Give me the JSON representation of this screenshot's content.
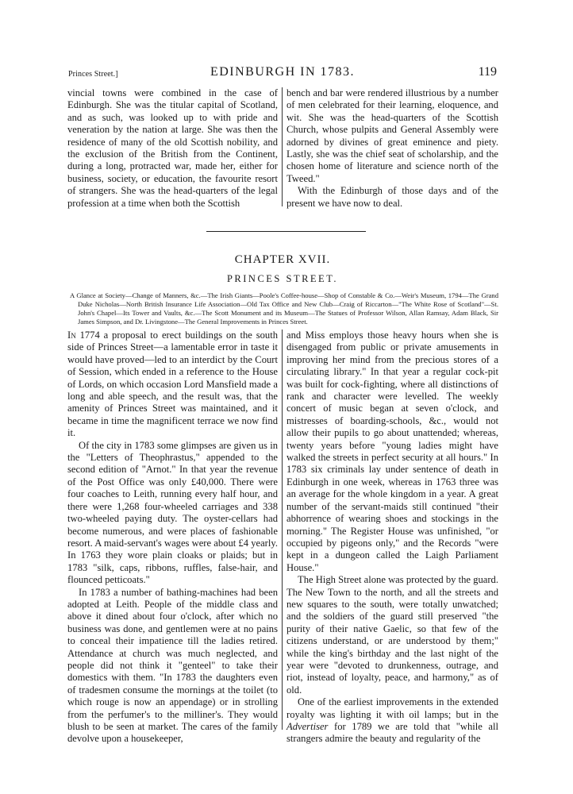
{
  "running_head": {
    "left": "Princes Street.]",
    "center": "EDINBURGH IN 1783.",
    "page_number": "119"
  },
  "top_section": {
    "col1": "vincial towns were combined in the case of Edinburgh. She was the titular capital of Scotland, and as such, was looked up to with pride and veneration by the nation at large. She was then the residence of many of the old Scottish nobility, and the exclusion of the British from the Continent, during a long, protracted war, made her, either for business, society, or education, the favourite resort of strangers. She was the head-quarters of the legal profession at a time when both the Scottish",
    "col2_p1": "bench and bar were rendered illustrious by a number of men celebrated for their learning, eloquence, and wit. She was the head-quarters of the Scottish Church, whose pulpits and General Assembly were adorned by divines of great eminence and piety. Lastly, she was the chief seat of scholarship, and the chosen home of literature and science north of the Tweed.\"",
    "col2_p2": "With the Edinburgh of those days and of the present we have now to deal."
  },
  "chapter": {
    "heading": "CHAPTER XVII.",
    "title": "PRINCES STREET.",
    "synopsis": "A Glance at Society—Change of Manners, &c.—The Irish Giants—Poole's Coffee-house—Shop of Constable & Co.—Weir's Museum, 1794—The Grand Duke Nicholas—North British Insurance Life Association—Old Tax Office and New Club—Craig of Riccarton—\"The White Rose of Scotland\"—St. John's Chapel—Its Tower and Vaults, &c.—The Scott Monument and its Museum—The Statues of Professor Wilson, Allan Ramsay, Adam Black, Sir James Simpson, and Dr. Livingstone—The General Improvements in Princes Street."
  },
  "body": {
    "col1": {
      "p1_lead": "In",
      "p1": "1774 a proposal to erect buildings on the south side of Princes Street—a lamentable error in taste it would have proved—led to an interdict by the Court of Session, which ended in a reference to the House of Lords, on which occasion Lord Mansfield made a long and able speech, and the result was, that the amenity of Princes Street was maintained, and it became in time the magnificent terrace we now find it.",
      "p2": "Of the city in 1783 some glimpses are given us in the \"Letters of Theophrastus,\" appended to the second edition of \"Arnot.\" In that year the revenue of the Post Office was only £40,000. There were four coaches to Leith, running every half hour, and there were 1,268 four-wheeled carriages and 338 two-wheeled paying duty. The oyster-cellars had become numerous, and were places of fashionable resort. A maid-servant's wages were about £4 yearly. In 1763 they wore plain cloaks or plaids; but in 1783 \"silk, caps, ribbons, ruffles, false-hair, and flounced petticoats.\"",
      "p3": "In 1783 a number of bathing-machines had been adopted at Leith. People of the middle class and above it dined about four o'clock, after which no business was done, and gentlemen were at no pains to conceal their impatience till the ladies retired. Attendance at church was much neglected, and people did not think it \"genteel\" to take their domestics with them. \"In 1783 the daughters even of tradesmen consume the mornings at the toilet (to which rouge is now an appendage) or in strolling from the perfumer's to the milliner's. They would blush to be seen at market. The cares of the family devolve upon a housekeeper,"
    },
    "col2": {
      "p1": "and Miss employs those heavy hours when she is disengaged from public or private amusements in improving her mind from the precious stores of a circulating library.\" In that year a regular cock-pit was built for cock-fighting, where all distinctions of rank and character were levelled. The weekly concert of music began at seven o'clock, and mistresses of boarding-schools, &c., would not allow their pupils to go about unattended; whereas, twenty years before \"young ladies might have walked the streets in perfect security at all hours.\" In 1783 six criminals lay under sentence of death in Edinburgh in one week, whereas in 1763 three was an average for the whole kingdom in a year. A great number of the servant-maids still continued \"their abhorrence of wearing shoes and stockings in the morning.\" The Register House was unfinished, \"or occupied by pigeons only,\" and the Records \"were kept in a dungeon called the Laigh Parliament House.\"",
      "p2": "The High Street alone was protected by the guard. The New Town to the north, and all the streets and new squares to the south, were totally unwatched; and the soldiers of the guard still preserved \"the purity of their native Gaelic, so that few of the citizens understand, or are understood by them;\" while the king's birthday and the last night of the year were \"devoted to drunkenness, outrage, and riot, instead of loyalty, peace, and harmony,\" as of old.",
      "p3_a": "One of the earliest improvements in the extended royalty was lighting it with oil lamps; but in the",
      "p3_italic": "Advertiser",
      "p3_b": "for 1789 we are told that \"while all strangers admire the beauty and regularity of the"
    }
  }
}
